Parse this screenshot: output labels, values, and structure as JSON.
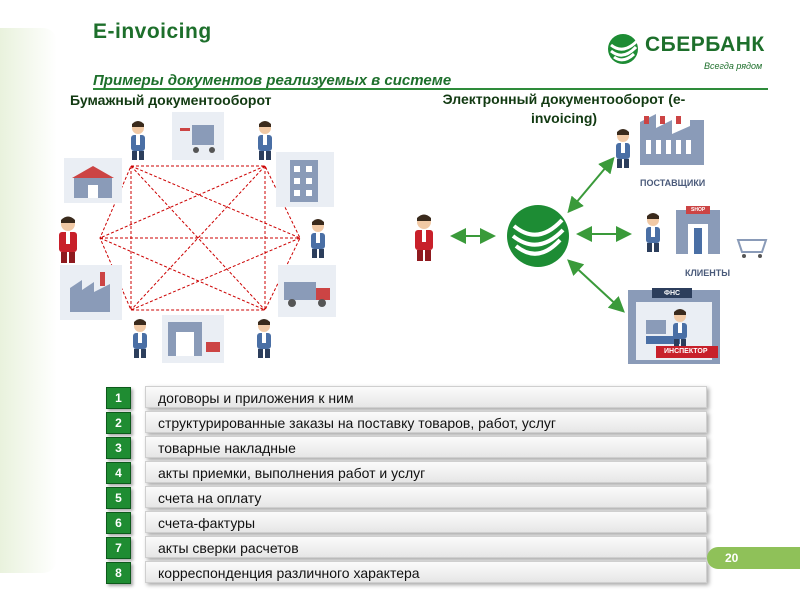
{
  "header": {
    "title": "E-invoicing",
    "subtitle": "Примеры документов реализуемых в системе"
  },
  "logo": {
    "name": "СБЕРБАНК",
    "slogan": "Всегда рядом"
  },
  "diagram": {
    "paper_label": "Бумажный документооборот",
    "edi_label": "Электронный документооборот (e-invoicing)",
    "suppliers_label": "ПОСТАВЩИКИ",
    "clients_label": "КЛИЕНТЫ",
    "tax_label": "ФНС",
    "inspector_label": "ИНСПЕКТОР",
    "shop_label": "SHOP"
  },
  "documents": [
    {
      "num": "1",
      "label": "договоры и приложения к ним"
    },
    {
      "num": "2",
      "label": "структурированные заказы на поставку товаров, работ, услуг"
    },
    {
      "num": "3",
      "label": "товарные накладные"
    },
    {
      "num": "4",
      "label": "акты приемки, выполнения работ и услуг"
    },
    {
      "num": "5",
      "label": "счета на оплату"
    },
    {
      "num": "6",
      "label": "счета-фактуры"
    },
    {
      "num": "7",
      "label": "акты сверки расчетов"
    },
    {
      "num": "8",
      "label": "корреспонденция различного характера"
    }
  ],
  "footer": {
    "page": "20"
  },
  "colors": {
    "brand_green": "#1d6f2b",
    "accent_green": "#1f8c32",
    "badge_green": "#8fc159",
    "person_red": "#c8202a",
    "line_red": "#cc0000"
  }
}
